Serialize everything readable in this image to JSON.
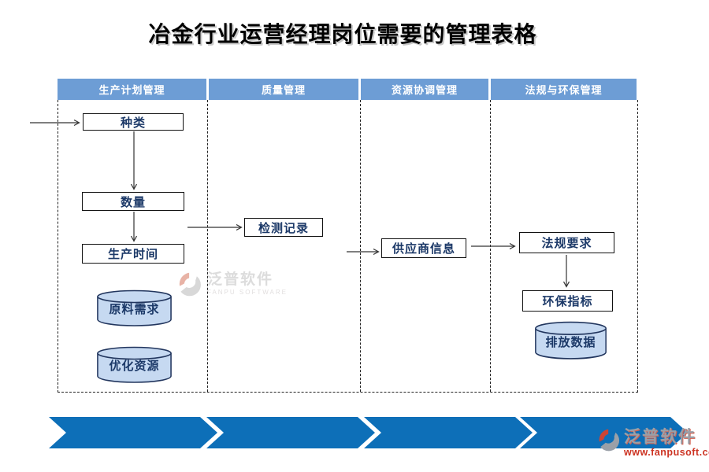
{
  "page": {
    "title": "冶金行业运营经理岗位需要的管理表格"
  },
  "lanes": [
    {
      "label": "生产计划管理"
    },
    {
      "label": "质量管理"
    },
    {
      "label": "资源协调管理"
    },
    {
      "label": "法规与环保管理"
    }
  ],
  "nodes": {
    "category": {
      "label": "种类",
      "shape": "rect"
    },
    "quantity": {
      "label": "数量",
      "shape": "rect"
    },
    "production_time": {
      "label": "生产时间",
      "shape": "rect"
    },
    "raw_material_demand": {
      "label": "原料需求",
      "shape": "cylinder"
    },
    "optimize_resources": {
      "label": "优化资源",
      "shape": "cylinder"
    },
    "inspection_records": {
      "label": "检测记录",
      "shape": "rect"
    },
    "supplier_info": {
      "label": "供应商信息",
      "shape": "rect"
    },
    "regulatory_requirements": {
      "label": "法规要求",
      "shape": "rect"
    },
    "environmental_indicators": {
      "label": "环保指标",
      "shape": "rect"
    },
    "emission_data": {
      "label": "排放数据",
      "shape": "cylinder"
    }
  },
  "flows": [
    "start → 种类",
    "种类 → 数量",
    "数量 → 生产时间",
    "生产计划管理 → 检测记录",
    "检测记录 → 供应商信息",
    "供应商信息 → 法规要求",
    "法规要求 → 环保指标"
  ],
  "watermarks": {
    "center": {
      "brand": "泛普软件",
      "subtitle": "FANPU SOFTWARE"
    },
    "corner": {
      "brand": "泛普软件",
      "subtitle": "www.fanpusoft.com"
    }
  },
  "colors": {
    "lane_header_blue": "#6d9dd5",
    "chevron_blue": "#0d6fb8",
    "cylinder_fill": "#c6d9f1",
    "node_text_navy": "#1c3968",
    "watermark_red": "#cc3322"
  }
}
